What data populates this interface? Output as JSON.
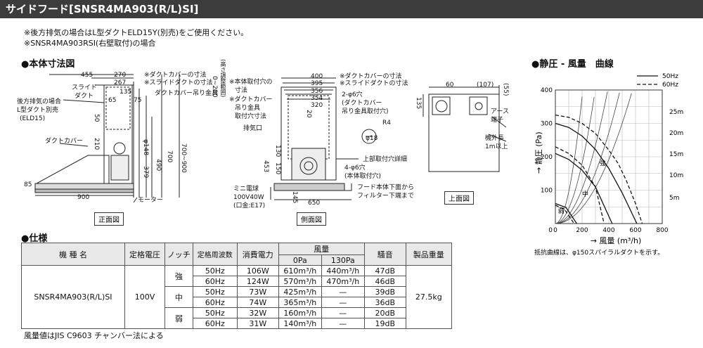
{
  "header": {
    "title": "サイドフード[SNSR4MA903(R/L)SI]"
  },
  "notes": [
    "※後方排気の場合はL型ダクトELD15Y(別売)をご使用ください。",
    "※SNSR4MA903RSI(右壁取付)の場合"
  ],
  "drawing": {
    "section_title": "●本体寸法図",
    "front": {
      "caption": "正面図",
      "labels": {
        "d455": "455",
        "d270": "270",
        "d267": "267",
        "d135": "135",
        "d65": "65",
        "d75": "75",
        "d50": "50",
        "d210": "210",
        "d148": "φ148",
        "d379": "379",
        "d490": "490",
        "d700": "700",
        "d700_900": "700~900",
        "d0_200": "0~200",
        "d0_200_note": "(高さ調整範囲)",
        "d85": "85",
        "d900": "900",
        "duct_cover_dim": "※ダクトカバーの寸法",
        "slide_duct_dim": "※スライドダクトの寸法",
        "slide_duct": "スライド",
        "slide_duct2": "ダクト",
        "hanger": "ダクトカバー吊り金具",
        "rear_exhaust1": "後方排気の場合",
        "rear_exhaust2": "L型ダクト別売",
        "rear_exhaust3": "(ELD15)",
        "duct_cover": "ダクトカバー",
        "motor": "モーター"
      }
    },
    "side": {
      "caption": "側面図",
      "labels": {
        "d400": "400",
        "d395": "395",
        "d356": "356",
        "d354": "354",
        "d320": "320",
        "d20": "20",
        "d130": "130",
        "d150": "150",
        "d453": "453",
        "d145": "145",
        "d650": "650",
        "d18": "φ18",
        "r4": "R4",
        "duct_cover_dim": "※ダクトカバーの寸法",
        "slide_duct_dim": "※スライドダクトの寸法",
        "mount_hole1": "※本体取付穴の",
        "mount_hole2": "寸法",
        "hanger_hole1": "※ダクトカバー",
        "hanger_hole2": "吊り金具",
        "hanger_hole3": "取付穴寸法",
        "hole2": "2-φ6穴",
        "hole2b": "(ダクトカバー",
        "hole2c": "吊り金具取付穴)",
        "exhaust": "排気口",
        "top_hole": "上部取付穴詳細",
        "hole4": "4-φ6穴",
        "hole4b": "(本体取付穴)",
        "bulb1": "ミニ電球",
        "bulb2": "100V40W",
        "bulb3": "(口金:E17)",
        "filter1": "フード本体下面から",
        "filter2": "フィルター下端まで"
      }
    },
    "top": {
      "caption": "上面図",
      "labels": {
        "d60": "60",
        "d107": "(107)",
        "d55": "(55)",
        "d135": "135",
        "earth1": "アース",
        "earth2": "端子",
        "cord1": "機外長",
        "cord2": "1m以上"
      }
    }
  },
  "spec": {
    "section_title": "●仕様",
    "headers": {
      "model": "機 種 名",
      "voltage": "定格電圧",
      "notch": "ノッチ",
      "freq": "定格周波数",
      "power": "消費電力",
      "airflow": "風量",
      "pa0": "0Pa",
      "pa130": "130Pa",
      "noise": "騒音",
      "weight": "製品重量"
    },
    "model": "SNSR4MA903(R/L)SI",
    "voltage": "100V",
    "weight": "27.5kg",
    "notches": [
      {
        "label": "強",
        "rows": [
          {
            "freq": "50Hz",
            "power": "106W",
            "flow0": "610m³/h",
            "flow130": "440m³/h",
            "noise": "47dB"
          },
          {
            "freq": "60Hz",
            "power": "124W",
            "flow0": "570m³/h",
            "flow130": "470m³/h",
            "noise": "46dB"
          }
        ]
      },
      {
        "label": "中",
        "rows": [
          {
            "freq": "50Hz",
            "power": "73W",
            "flow0": "425m³/h",
            "flow130": "—",
            "noise": "39dB"
          },
          {
            "freq": "60Hz",
            "power": "74W",
            "flow0": "365m³/h",
            "flow130": "—",
            "noise": "36dB"
          }
        ]
      },
      {
        "label": "弱",
        "rows": [
          {
            "freq": "50Hz",
            "power": "32W",
            "flow0": "160m³/h",
            "flow130": "—",
            "noise": "20dB"
          },
          {
            "freq": "60Hz",
            "power": "31W",
            "flow0": "140m³/h",
            "flow130": "—",
            "noise": "19dB"
          }
        ]
      }
    ],
    "footnote": "風量値はJIS C9603 チャンバー法による"
  },
  "chart_data": {
    "type": "line",
    "title": "●静圧 - 風量　曲線",
    "xlabel": "風量 (m³/h)",
    "ylabel": "静圧 (Pa)",
    "xlim": [
      0,
      800
    ],
    "ylim": [
      0,
      400
    ],
    "xticks": [
      0,
      200,
      400,
      600,
      800
    ],
    "yticks": [
      100,
      200,
      300,
      400
    ],
    "legend": {
      "placement": "top-right",
      "entries": [
        {
          "label": "50Hz",
          "style": "solid"
        },
        {
          "label": "60Hz",
          "style": "dashed"
        }
      ]
    },
    "grid": true,
    "series": [
      {
        "name": "強 50Hz",
        "style": "solid",
        "points": [
          [
            0,
            300
          ],
          [
            100,
            288
          ],
          [
            200,
            262
          ],
          [
            300,
            222
          ],
          [
            400,
            165
          ],
          [
            500,
            92
          ],
          [
            610,
            0
          ]
        ]
      },
      {
        "name": "強 60Hz",
        "style": "dashed",
        "points": [
          [
            0,
            325
          ],
          [
            100,
            318
          ],
          [
            200,
            300
          ],
          [
            300,
            270
          ],
          [
            400,
            220
          ],
          [
            470,
            180
          ],
          [
            530,
            130
          ],
          [
            600,
            60
          ],
          [
            650,
            0
          ]
        ]
      },
      {
        "name": "中 50Hz",
        "style": "solid",
        "points": [
          [
            0,
            210
          ],
          [
            100,
            192
          ],
          [
            200,
            160
          ],
          [
            300,
            110
          ],
          [
            425,
            0
          ]
        ]
      },
      {
        "name": "中 60Hz",
        "style": "dashed",
        "points": [
          [
            0,
            230
          ],
          [
            100,
            210
          ],
          [
            200,
            175
          ],
          [
            300,
            110
          ],
          [
            365,
            0
          ]
        ]
      },
      {
        "name": "弱 50Hz",
        "style": "solid",
        "points": [
          [
            0,
            60
          ],
          [
            80,
            48
          ],
          [
            160,
            0
          ]
        ]
      },
      {
        "name": "弱 60Hz",
        "style": "dashed",
        "points": [
          [
            0,
            55
          ],
          [
            70,
            42
          ],
          [
            140,
            0
          ]
        ]
      }
    ],
    "resistance_labels": [
      "25m",
      "20m",
      "15m",
      "10m",
      "5m"
    ],
    "curve_labels": [
      "強",
      "中",
      "弱"
    ],
    "footnote": "抵抗曲線は、φ150スパイラルダクトを示す。"
  }
}
